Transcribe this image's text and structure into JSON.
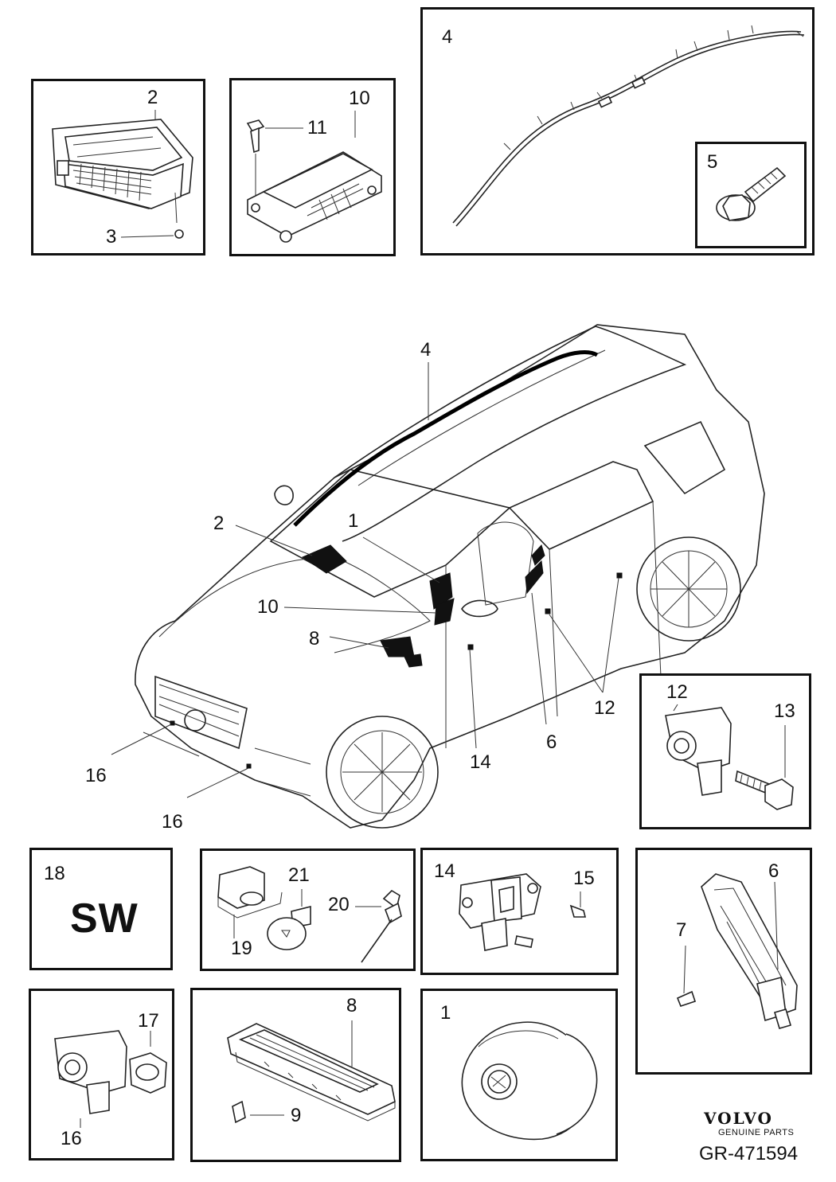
{
  "callouts": {
    "box_2": [
      "2",
      "3"
    ],
    "box_10": [
      "10",
      "11"
    ],
    "box_4": [
      "4"
    ],
    "box_5": [
      "5"
    ],
    "car": [
      "4",
      "2",
      "1",
      "10",
      "8",
      "16",
      "16",
      "14",
      "6",
      "12"
    ],
    "box_12": [
      "12",
      "13"
    ],
    "box_18": [
      "18"
    ],
    "box_19": [
      "21",
      "20",
      "19"
    ],
    "box_14": [
      "14",
      "15"
    ],
    "box_6": [
      "6",
      "7"
    ],
    "box_16": [
      "17",
      "16"
    ],
    "box_8": [
      "8",
      "9"
    ],
    "box_1": [
      "1"
    ]
  },
  "software_label": "SW",
  "brand": {
    "name": "VOLVO",
    "tagline": "GENUINE PARTS"
  },
  "reference": "GR-471594"
}
